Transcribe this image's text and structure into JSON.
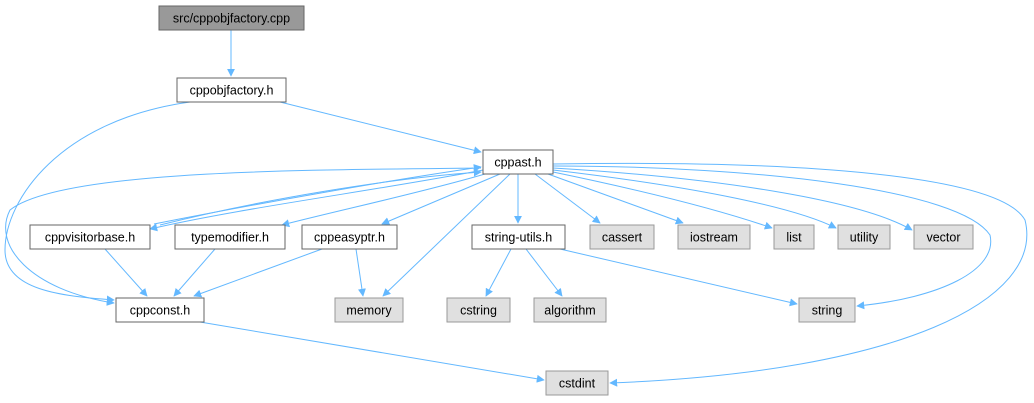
{
  "colors": {
    "edge": "#63b8ff",
    "root_fill": "#999999",
    "root_stroke": "#666666",
    "local_fill": "#ffffff",
    "local_stroke": "#666666",
    "system_fill": "#e0e0e0",
    "system_stroke": "#999999"
  },
  "nodes": {
    "root": {
      "label": "src/cppobjfactory.cpp"
    },
    "cppobjfactory_h": {
      "label": "cppobjfactory.h"
    },
    "cppast_h": {
      "label": "cppast.h"
    },
    "cppvisitorbase_h": {
      "label": "cppvisitorbase.h"
    },
    "typemodifier_h": {
      "label": "typemodifier.h"
    },
    "cppeasyptr_h": {
      "label": "cppeasyptr.h"
    },
    "string_utils_h": {
      "label": "string-utils.h"
    },
    "cassert": {
      "label": "cassert"
    },
    "iostream": {
      "label": "iostream"
    },
    "list": {
      "label": "list"
    },
    "utility": {
      "label": "utility"
    },
    "vector": {
      "label": "vector"
    },
    "cppconst_h": {
      "label": "cppconst.h"
    },
    "memory": {
      "label": "memory"
    },
    "cstring": {
      "label": "cstring"
    },
    "algorithm": {
      "label": "algorithm"
    },
    "string": {
      "label": "string"
    },
    "cstdint": {
      "label": "cstdint"
    }
  }
}
